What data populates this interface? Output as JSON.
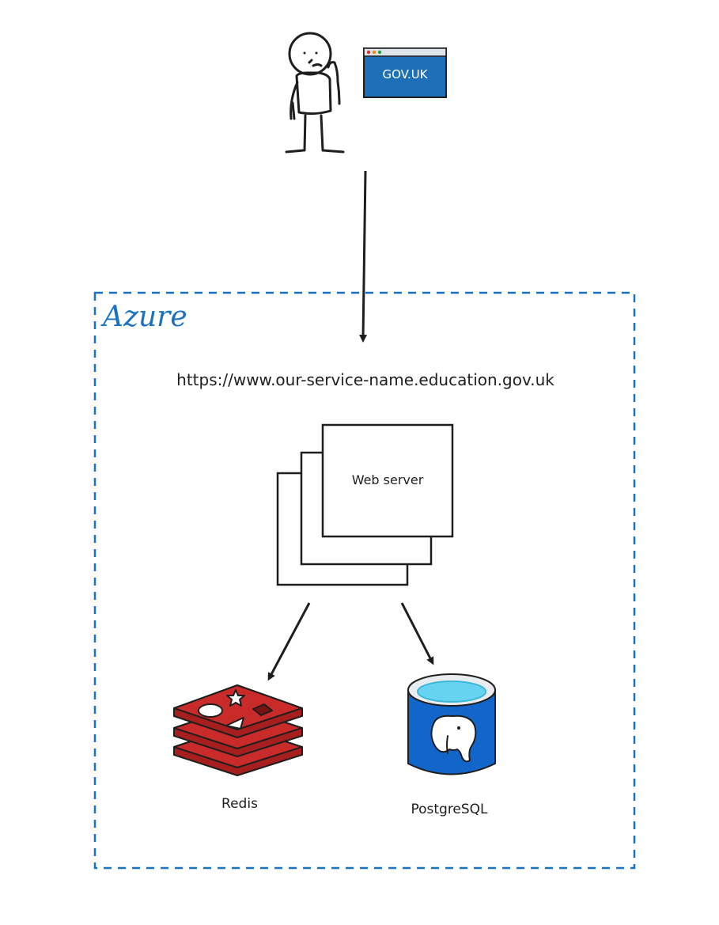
{
  "browser_badge": {
    "label": "GOV.UK"
  },
  "azure": {
    "title": "Azure"
  },
  "service": {
    "url": "https://www.our-service-name.education.gov.uk"
  },
  "web_server": {
    "label": "Web server"
  },
  "redis": {
    "label": "Redis"
  },
  "postgres": {
    "label": "PostgreSQL"
  },
  "colors": {
    "azure_blue": "#1971c2",
    "govuk_blue": "#1d70b8",
    "redis_red": "#c92a2a",
    "postgres_blue": "#1366c9",
    "water": "#66d3f0",
    "ink": "#1e1e1e"
  }
}
